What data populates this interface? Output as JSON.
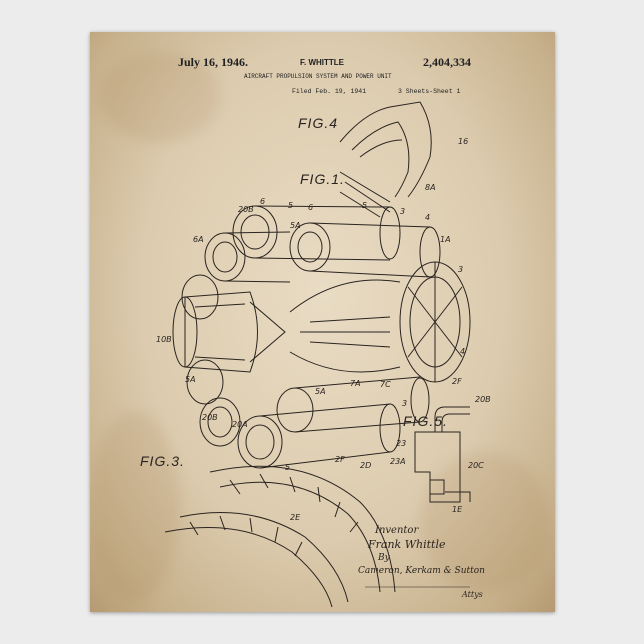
{
  "patent": {
    "date": "July 16, 1946.",
    "inventor_header": "F. WHITTLE",
    "number": "2,404,334",
    "title": "AIRCRAFT PROPULSION SYSTEM AND POWER UNIT",
    "filed": "Filed Feb. 19, 1941",
    "sheets": "3 Sheets-Sheet 1"
  },
  "figures": {
    "fig4": "FIG.4",
    "fig1": "FIG.1.",
    "fig3": "FIG.3.",
    "fig5": "FIG.5."
  },
  "labels": [
    "20B",
    "6",
    "5",
    "6",
    "5A",
    "5",
    "3",
    "4",
    "6A",
    "1A",
    "3",
    "10B",
    "5A",
    "4",
    "2F",
    "5A",
    "7A",
    "7C",
    "20B",
    "20A",
    "3",
    "5",
    "2F",
    "2D",
    "2E",
    "23",
    "23A",
    "20B",
    "20C",
    "1E",
    "16",
    "8A"
  ],
  "signature": {
    "inventor_label": "Inventor",
    "inventor_name": "Frank Whittle",
    "by": "By",
    "attorneys": "Cameron, Kerkam & Sutton",
    "attys": "Attys"
  },
  "colors": {
    "background": "#ececec",
    "paper": "#dccbae",
    "ink": "#2a2420"
  }
}
